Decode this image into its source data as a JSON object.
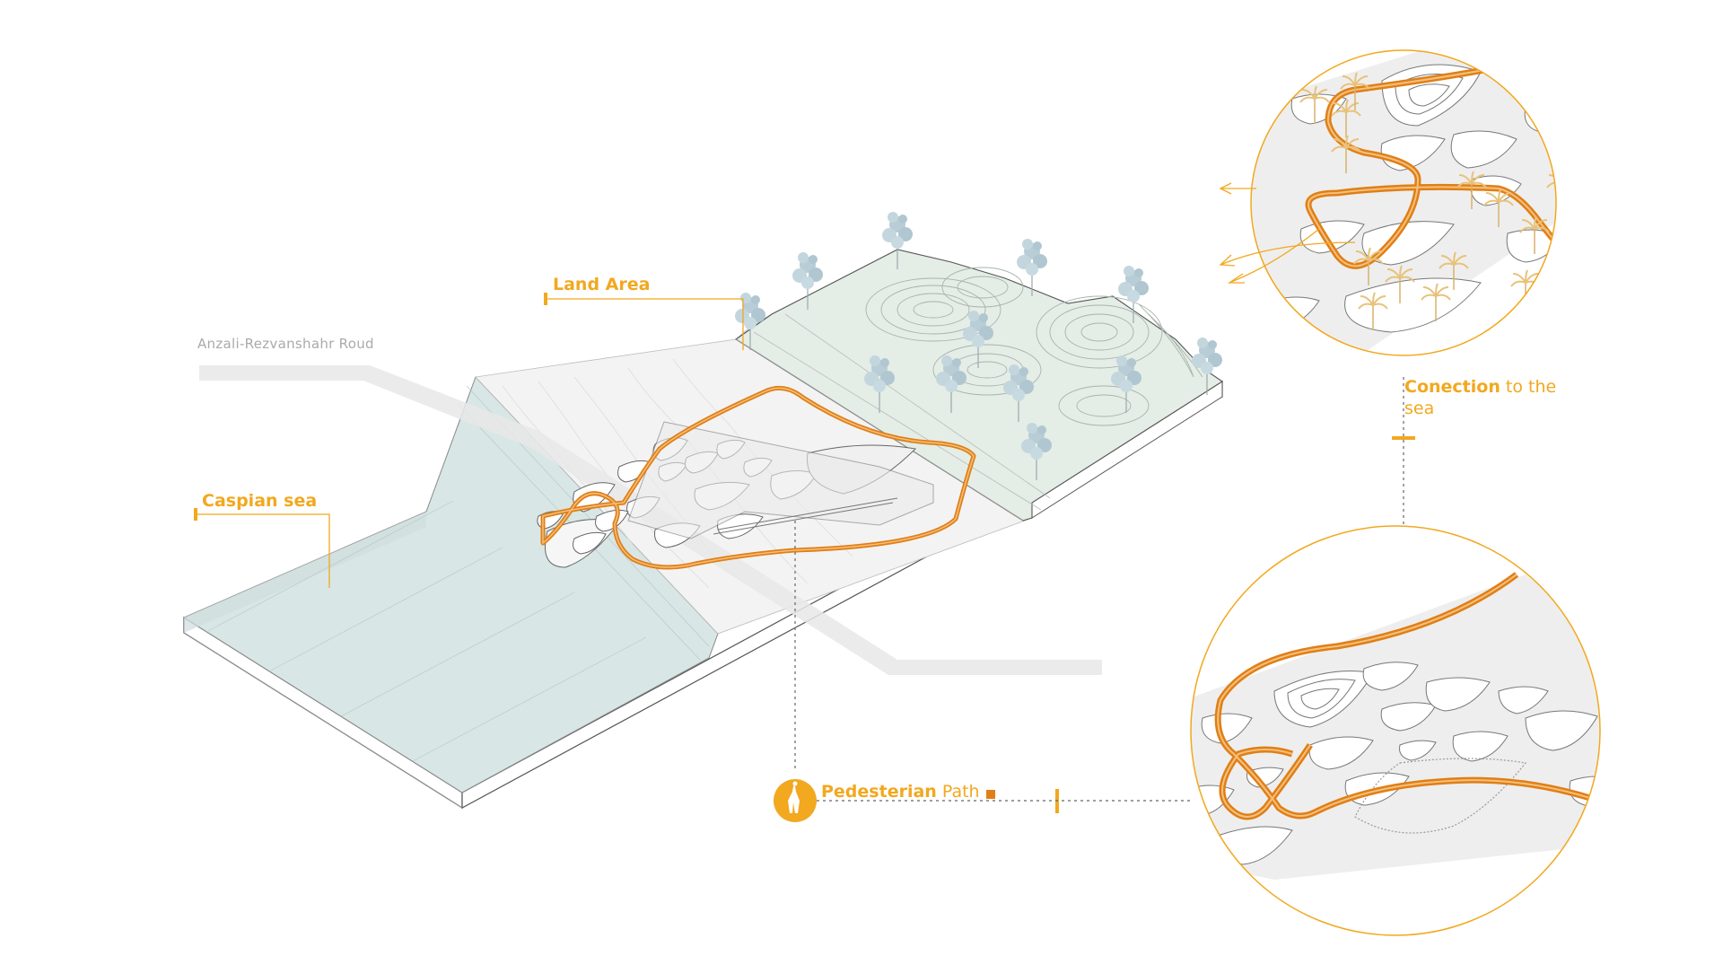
{
  "labels": {
    "land_area": "Land Area",
    "road": "Anzali-Rezvanshahr Roud",
    "caspian": "Caspian sea",
    "connection_bold": "Conection",
    "connection_rest": " to the",
    "connection_line2": "sea",
    "pedestrian_bold": "Pedesterian",
    "pedestrian_rest": " Path"
  },
  "colors": {
    "accent": "#f2a81f",
    "path": "#e07f16",
    "sea": "#d9e6e6",
    "land": "#e4ede6",
    "sand": "#f3f3f3",
    "road": "#e8e8e8",
    "tree": "#b8cdd6",
    "palm": "#e8c27a"
  },
  "icons": [
    "pedestrian-icon",
    "tree-icon",
    "palm-icon",
    "arrow-icon"
  ]
}
